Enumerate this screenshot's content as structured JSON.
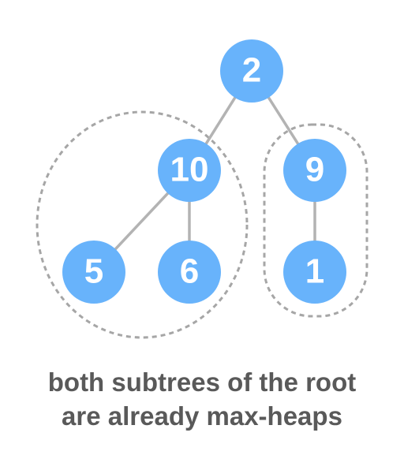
{
  "diagram": {
    "nodes": [
      {
        "id": "n2",
        "label": "2"
      },
      {
        "id": "n10",
        "label": "10"
      },
      {
        "id": "n9",
        "label": "9"
      },
      {
        "id": "n5",
        "label": "5"
      },
      {
        "id": "n6",
        "label": "6"
      },
      {
        "id": "n1",
        "label": "1"
      }
    ],
    "edges": [
      {
        "from": "n2",
        "to": "n10"
      },
      {
        "from": "n2",
        "to": "n9"
      },
      {
        "from": "n10",
        "to": "n5"
      },
      {
        "from": "n10",
        "to": "n6"
      },
      {
        "from": "n9",
        "to": "n1"
      }
    ],
    "groups": [
      {
        "name": "left-subtree",
        "members": [
          "n10",
          "n5",
          "n6"
        ]
      },
      {
        "name": "right-subtree",
        "members": [
          "n9",
          "n1"
        ]
      }
    ],
    "colors": {
      "node_fill": "#68b3fb",
      "node_text": "#ffffff",
      "edge": "#b3b3b3",
      "group_outline": "#a6a6a6",
      "caption_text": "#595959"
    }
  },
  "caption": {
    "line1": "both subtrees of the root",
    "line2": "are already max-heaps"
  }
}
